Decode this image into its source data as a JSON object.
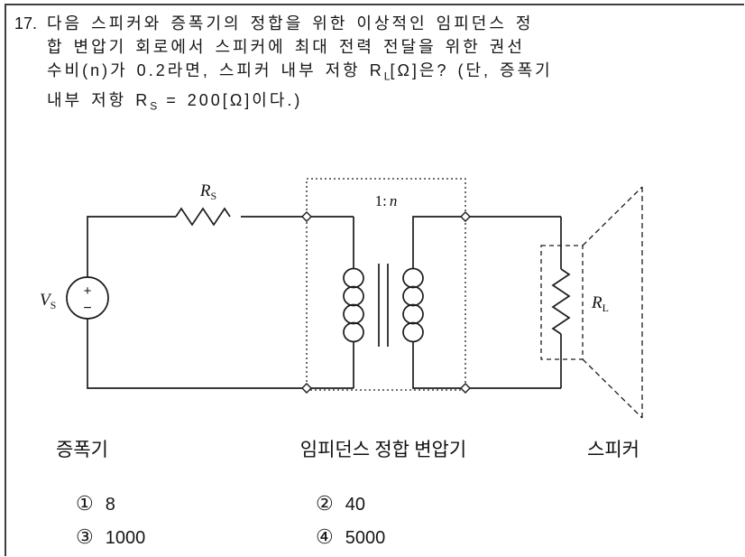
{
  "question": {
    "number": "17.",
    "lines": {
      "l1": "다음 스피커와 증폭기의 정합을 위한 이상적인 임피던스 정",
      "l2": "합 변압기 회로에서 스피커에 최대 전력 전달을 위한 권선",
      "l3a": "수비(n)가 0.2라면, 스피커 내부 저항 R",
      "l3sub": "L",
      "l3b": "[Ω]은? (단, 증폭기",
      "l4a": "내부 저항 R",
      "l4sub": "S",
      "l4b": " = 200[Ω]이다.)"
    }
  },
  "circuit": {
    "source": {
      "symbol": "V",
      "sub": "S",
      "plus": "+",
      "minus": "−"
    },
    "rs": {
      "symbol": "R",
      "sub": "S"
    },
    "rl": {
      "symbol": "R",
      "sub": "L"
    },
    "ratio": {
      "prefix": "1:",
      "var": "n"
    },
    "labels": {
      "amplifier": "증폭기",
      "transformer": "임피던스 정합 변압기",
      "speaker": "스피커"
    }
  },
  "choices": [
    {
      "marker": "①",
      "value": "8"
    },
    {
      "marker": "②",
      "value": "40"
    },
    {
      "marker": "③",
      "value": "1000"
    },
    {
      "marker": "④",
      "value": "5000"
    }
  ]
}
